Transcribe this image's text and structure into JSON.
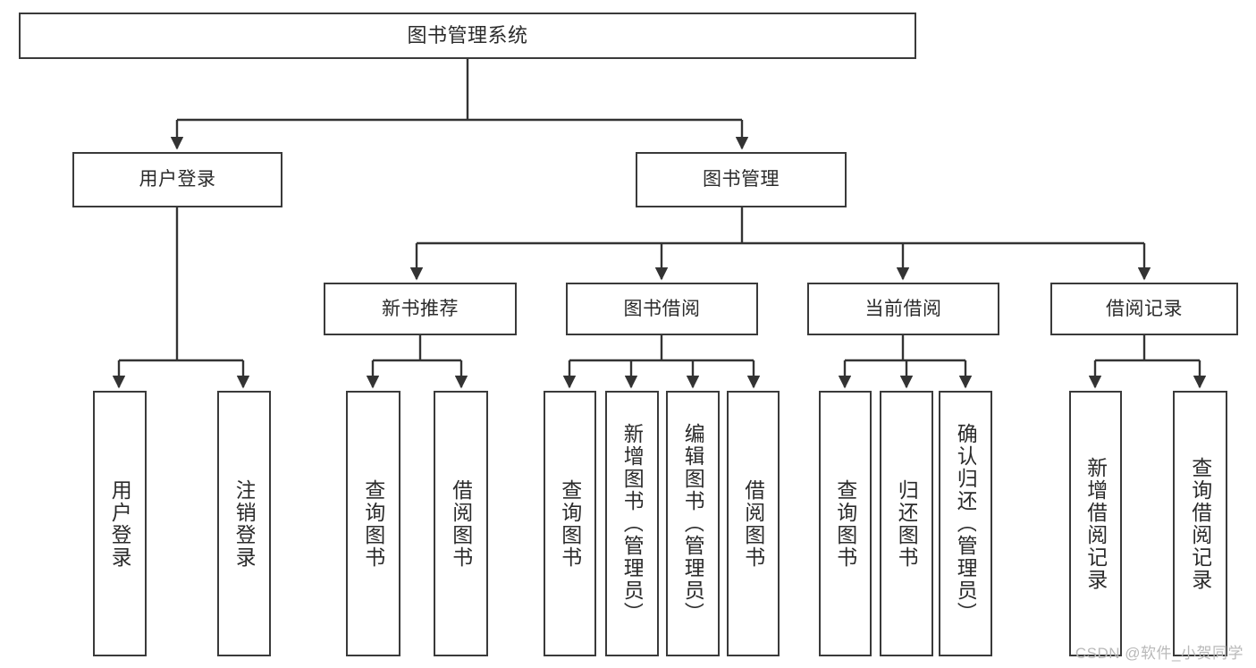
{
  "diagram": {
    "title": "图书管理系统",
    "type": "function-structure-tree",
    "root": {
      "id": "root",
      "label": "图书管理系统"
    },
    "level1": [
      {
        "id": "user-login",
        "label": "用户登录"
      },
      {
        "id": "book-mgmt",
        "label": "图书管理"
      }
    ],
    "level2": [
      {
        "id": "new-book-rec",
        "label": "新书推荐",
        "parent": "book-mgmt"
      },
      {
        "id": "book-borrow",
        "label": "图书借阅",
        "parent": "book-mgmt"
      },
      {
        "id": "current-borrow",
        "label": "当前借阅",
        "parent": "book-mgmt"
      },
      {
        "id": "borrow-record",
        "label": "借阅记录",
        "parent": "book-mgmt"
      }
    ],
    "leaves": [
      {
        "id": "leaf-user-login",
        "label": "用户登录",
        "parent": "user-login"
      },
      {
        "id": "leaf-logout",
        "label": "注销登录",
        "parent": "user-login"
      },
      {
        "id": "leaf-query-book-1",
        "label": "查询图书",
        "parent": "new-book-rec"
      },
      {
        "id": "leaf-borrow-book-1",
        "label": "借阅图书",
        "parent": "new-book-rec"
      },
      {
        "id": "leaf-query-book-2",
        "label": "查询图书",
        "parent": "book-borrow"
      },
      {
        "id": "leaf-add-book",
        "label": "新增图书（管理员）",
        "parent": "book-borrow"
      },
      {
        "id": "leaf-edit-book",
        "label": "编辑图书（管理员）",
        "parent": "book-borrow"
      },
      {
        "id": "leaf-borrow-book-2",
        "label": "借阅图书",
        "parent": "book-borrow"
      },
      {
        "id": "leaf-query-book-3",
        "label": "查询图书",
        "parent": "current-borrow"
      },
      {
        "id": "leaf-return-book",
        "label": "归还图书",
        "parent": "current-borrow"
      },
      {
        "id": "leaf-confirm-return",
        "label": "确认归还（管理员）",
        "parent": "current-borrow"
      },
      {
        "id": "leaf-add-record",
        "label": "新增借阅记录",
        "parent": "borrow-record"
      },
      {
        "id": "leaf-query-record",
        "label": "查询借阅记录",
        "parent": "borrow-record"
      }
    ]
  },
  "watermark": {
    "text": "CSDN @软件_小贺同学"
  },
  "colors": {
    "box_border": "#3a3a3a",
    "box_fill": "#ffffff",
    "text": "#2b2b2b",
    "connector": "#333333",
    "watermark": "#b9b9b9",
    "background": "#ffffff"
  }
}
